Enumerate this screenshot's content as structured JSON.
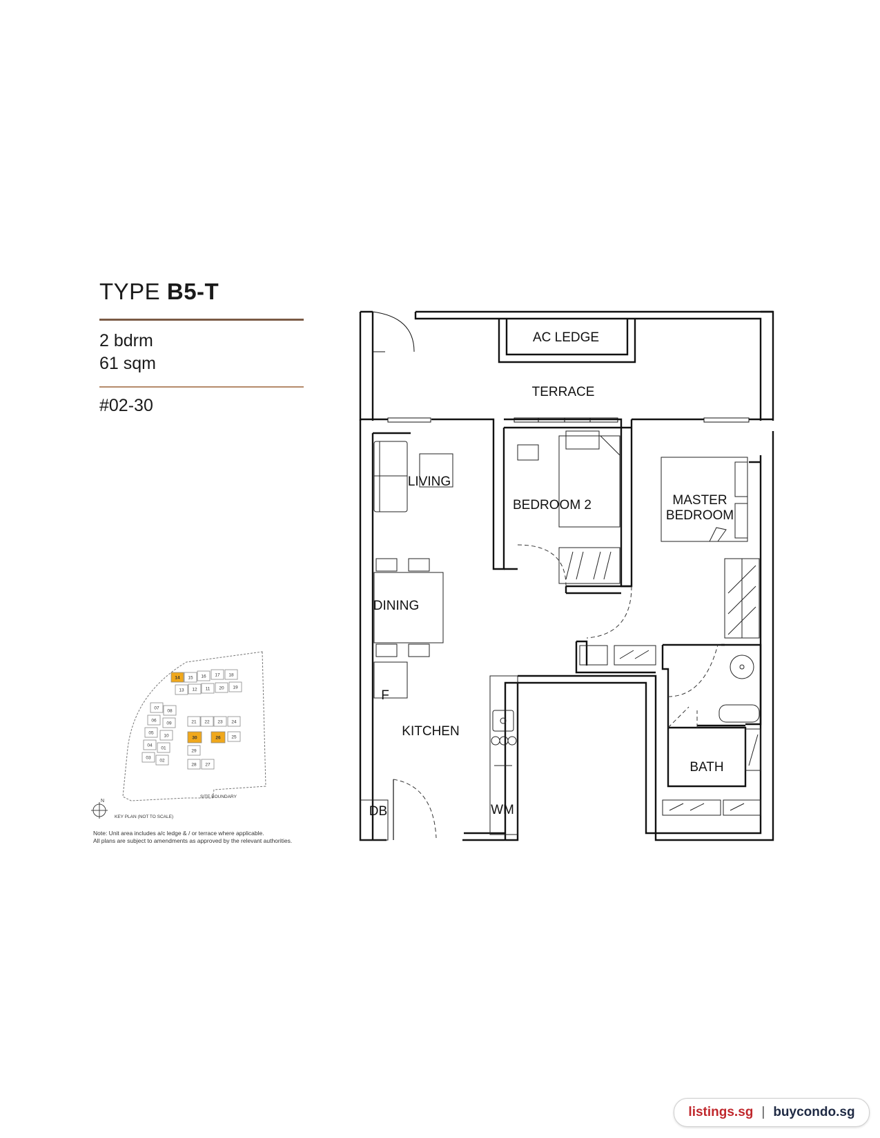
{
  "header": {
    "type_prefix": "TYPE",
    "type_code": "B5-T",
    "bedrooms": "2 bdrm",
    "area": "61 sqm",
    "unit_number": "#02-30"
  },
  "rooms": {
    "ac_ledge": "AC LEDGE",
    "terrace": "TERRACE",
    "living": "LIVING",
    "bedroom2": "BEDROOM 2",
    "master_line1": "MASTER",
    "master_line2": "BEDROOM",
    "dining": "DINING",
    "fridge": "F",
    "kitchen": "KITCHEN",
    "bath": "BATH",
    "db": "DB",
    "wm": "WM"
  },
  "key_plan": {
    "north": "N",
    "caption": "KEY PLAN (NOT TO SCALE)",
    "site_boundary": "SITE BOUNDARY",
    "highlight_color": "#f0a81c",
    "units": [
      "14",
      "15",
      "16",
      "17",
      "18",
      "13",
      "12",
      "11",
      "20",
      "19",
      "07",
      "08",
      "06",
      "09",
      "05",
      "10",
      "04",
      "01",
      "03",
      "02",
      "21",
      "22",
      "23",
      "24",
      "30",
      "26",
      "25",
      "29",
      "28",
      "27"
    ],
    "highlighted": [
      "14",
      "30",
      "26"
    ]
  },
  "notes": {
    "line1": "Note: Unit area includes a/c ledge & / or terrace where applicable.",
    "line2": "All plans are subject to amendments as approved by the relevant authorities."
  },
  "watermark": {
    "left": "listings.sg",
    "separator": "|",
    "right": "buycondo.sg",
    "left_color": "#c0282d",
    "right_color": "#1f2a44"
  }
}
